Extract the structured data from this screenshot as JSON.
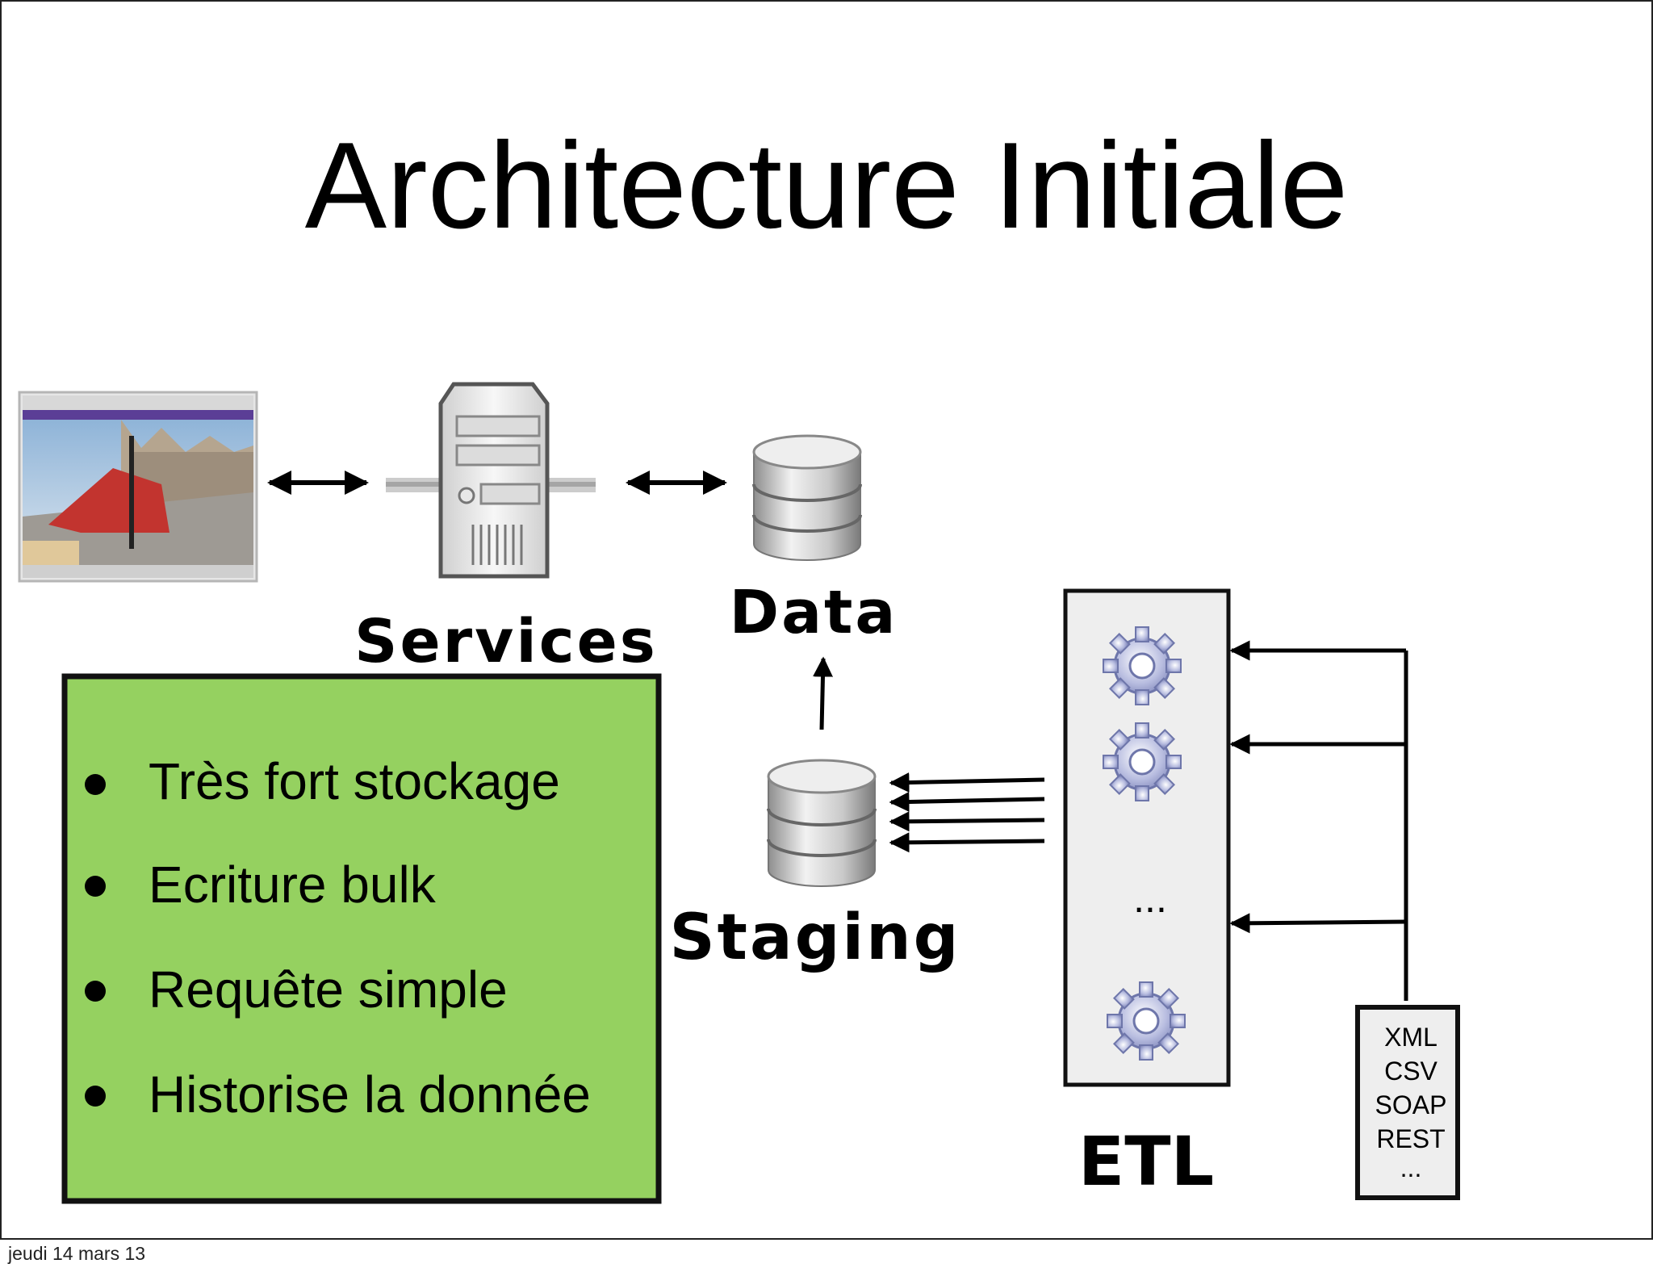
{
  "slide": {
    "title": "Architecture Initiale",
    "footer": "jeudi 14 mars 13"
  },
  "nodes": {
    "services_label": "Services",
    "data_label": "Data",
    "staging_label": "Staging",
    "etl_label": "ETL",
    "etl_ellipsis": "..."
  },
  "features": {
    "items": [
      "Très fort stockage",
      "Ecriture bulk",
      "Requête simple",
      "Historise la donnée"
    ],
    "background": "#95d160"
  },
  "sources": {
    "items": [
      "XML",
      "CSV",
      "SOAP",
      "REST",
      "..."
    ]
  },
  "icons": {
    "browser": "browser-screenshot-icon",
    "server": "server-tower-icon",
    "database": "database-cylinder-icon",
    "gear": "gear-icon"
  }
}
